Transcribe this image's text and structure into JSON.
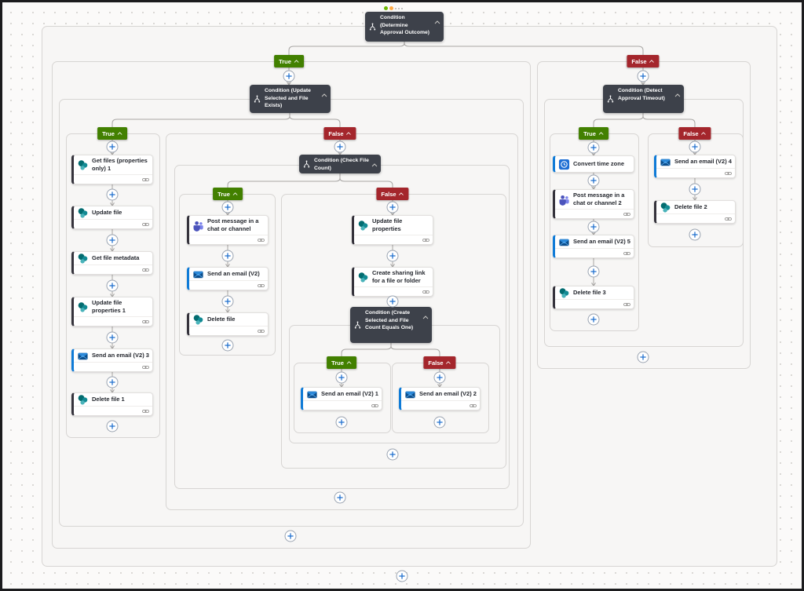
{
  "labels": {
    "true": "True",
    "false": "False"
  },
  "colors": {
    "true_badge": "#428000",
    "false_badge": "#a4262c",
    "condition_header": "#3d414a",
    "accent_blue": "#0f7bd7",
    "connector_gray": "#a8a6a4",
    "sharepoint_teal": "#036c70",
    "teams_purple": "#4b53bc",
    "status_dot_green": "#6bb700",
    "status_dot_orange": "#ffaa44"
  },
  "conditions": {
    "determine_approval_outcome": "Condition (Determine Approval Outcome)",
    "update_selected_file_exists": "Condition (Update Selected and File Exists)",
    "check_file_count": "Condition (Check File Count)",
    "detect_approval_timeout": "Condition (Detect Approval Timeout)",
    "create_selected_count_one": "Condition (Create Selected and File Count Equals One)"
  },
  "actions": {
    "get_files_properties_only_1": "Get files (properties only) 1",
    "update_file": "Update file",
    "get_file_metadata": "Get file metadata",
    "update_file_properties_1": "Update file properties 1",
    "send_email_v2_3": "Send an email (V2) 3",
    "delete_file_1": "Delete file 1",
    "post_message_chat_channel": "Post message in a chat or channel",
    "send_email_v2": "Send an email (V2)",
    "delete_file": "Delete file",
    "update_file_properties": "Update file properties",
    "create_sharing_link": "Create sharing link for a file or folder",
    "send_email_v2_1": "Send an email (V2) 1",
    "send_email_v2_2": "Send an email (V2) 2",
    "convert_time_zone": "Convert time zone",
    "post_message_chat_channel_2": "Post message in a chat or channel 2",
    "send_email_v2_5": "Send an email (V2) 5",
    "delete_file_3": "Delete file 3",
    "send_email_v2_4": "Send an email (V2) 4",
    "delete_file_2": "Delete file 2"
  }
}
